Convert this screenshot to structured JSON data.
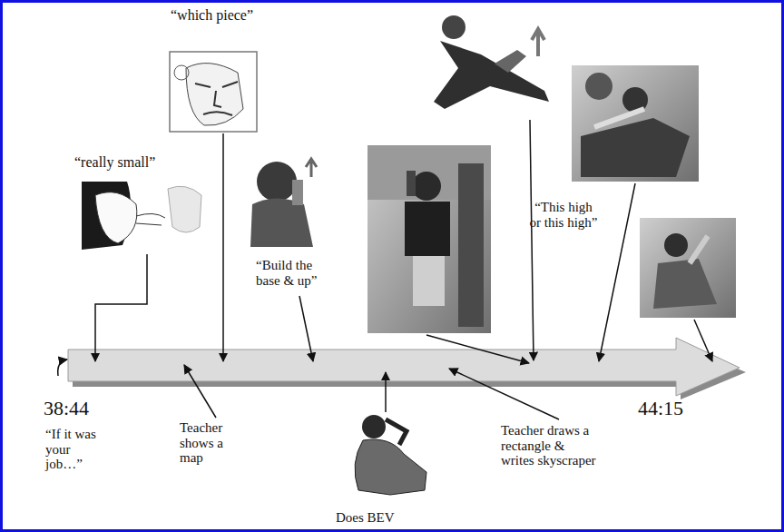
{
  "diagram": {
    "labels": [
      "“which piece”",
      "“really small”",
      "“Build the base & up”",
      "“This high or this high”",
      "38:44",
      "44:15",
      "“If it was your job…”",
      "Teacher shows a map",
      "Does BEV",
      "Teacher draws a rectangle & writes skyscraper"
    ]
  }
}
